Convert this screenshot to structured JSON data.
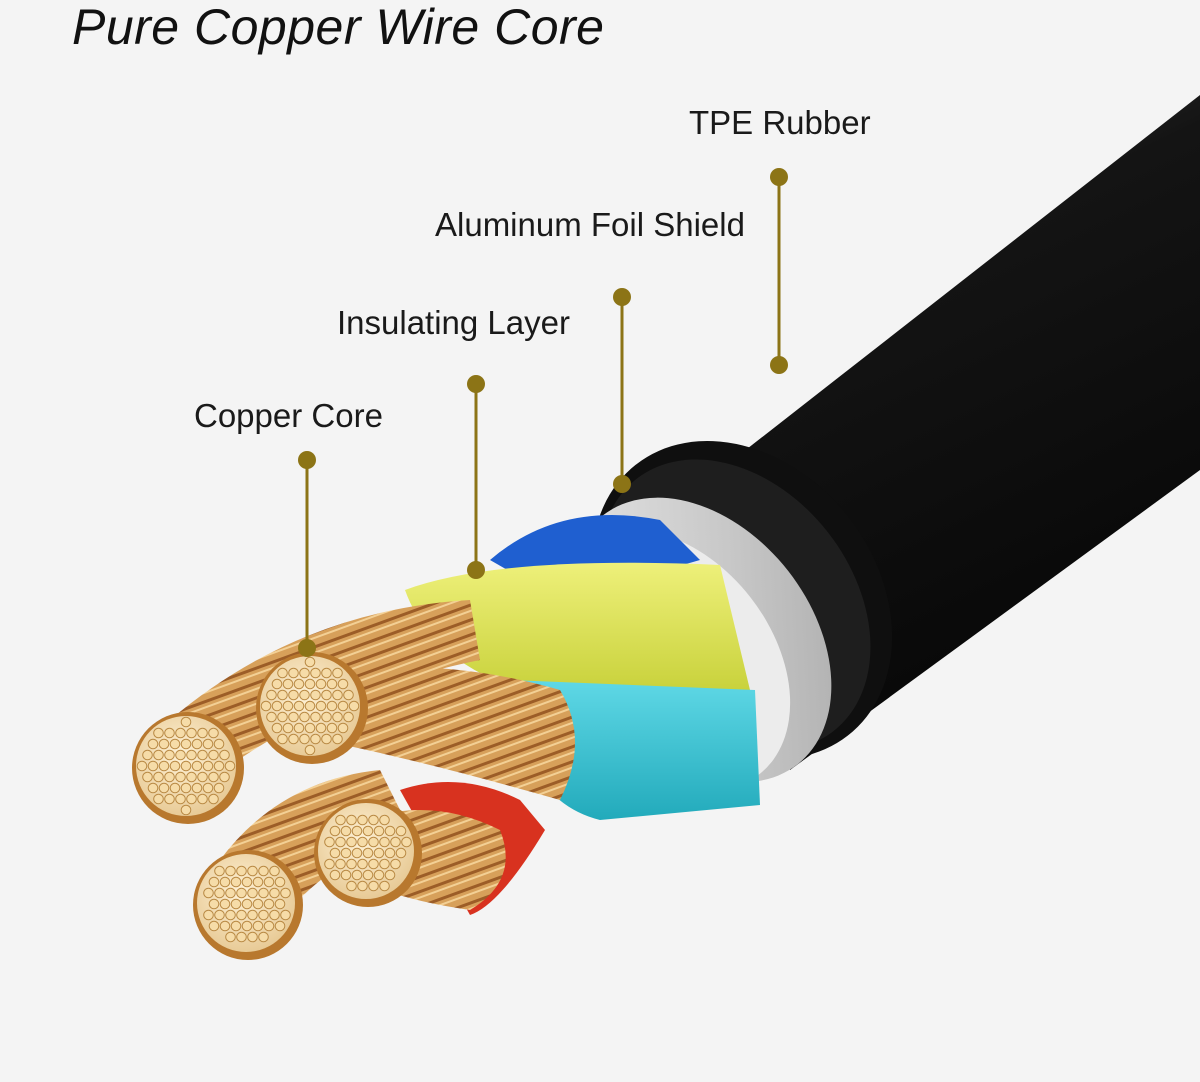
{
  "title": "Pure Copper Wire Core",
  "colors": {
    "background": "#f4f4f4",
    "leader": "#8c7416",
    "jacket": "#141414",
    "foil": "#c8c8c8",
    "copper": "#d49a4a",
    "blue_insulation": "#1f5fd0",
    "yellow_insulation": "#d9e04a",
    "cyan_insulation": "#36c6d6",
    "red_insulation": "#d8321f"
  },
  "layers": [
    {
      "id": "tpe",
      "label": "TPE Rubber"
    },
    {
      "id": "foil",
      "label": "Aluminum Foil Shield"
    },
    {
      "id": "insulation",
      "label": "Insulating Layer"
    },
    {
      "id": "copper",
      "label": "Copper Core"
    }
  ]
}
